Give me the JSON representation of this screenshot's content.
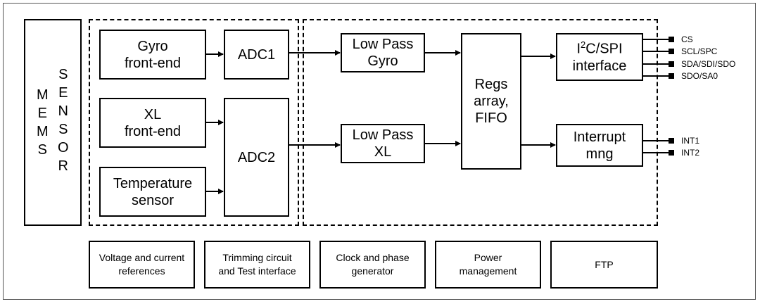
{
  "mems": {
    "col1": [
      "M",
      "E",
      "M",
      "S"
    ],
    "col2": [
      "S",
      "E",
      "N",
      "S",
      "O",
      "R"
    ]
  },
  "blocks": {
    "gyro_frontend": [
      "Gyro",
      "front-end"
    ],
    "adc1": [
      "ADC1"
    ],
    "xl_frontend": [
      "XL",
      "front-end"
    ],
    "adc2": [
      "ADC2"
    ],
    "temp_sensor": [
      "Temperature",
      "sensor"
    ],
    "lowpass_gyro": [
      "Low Pass",
      "Gyro"
    ],
    "lowpass_xl": [
      "Low Pass",
      "XL"
    ],
    "regs": [
      "Regs",
      "array,",
      "FIFO"
    ],
    "i2c_line1_pre": "I",
    "i2c_line1_sup": "2",
    "i2c_line1_post": "C/SPI",
    "i2c_line2": "interface",
    "interrupt": [
      "Interrupt",
      "mng"
    ]
  },
  "pins": {
    "i2c": [
      "CS",
      "SCL/SPC",
      "SDA/SDI/SDO",
      "SDO/SA0"
    ],
    "int": [
      "INT1",
      "INT2"
    ]
  },
  "bottom": {
    "voltage": [
      "Voltage and current",
      "references"
    ],
    "trimming": [
      "Trimming circuit",
      "and Test interface"
    ],
    "clock": [
      "Clock and phase",
      "generator"
    ],
    "power": [
      "Power",
      "management"
    ],
    "ftp": [
      "FTP"
    ]
  }
}
